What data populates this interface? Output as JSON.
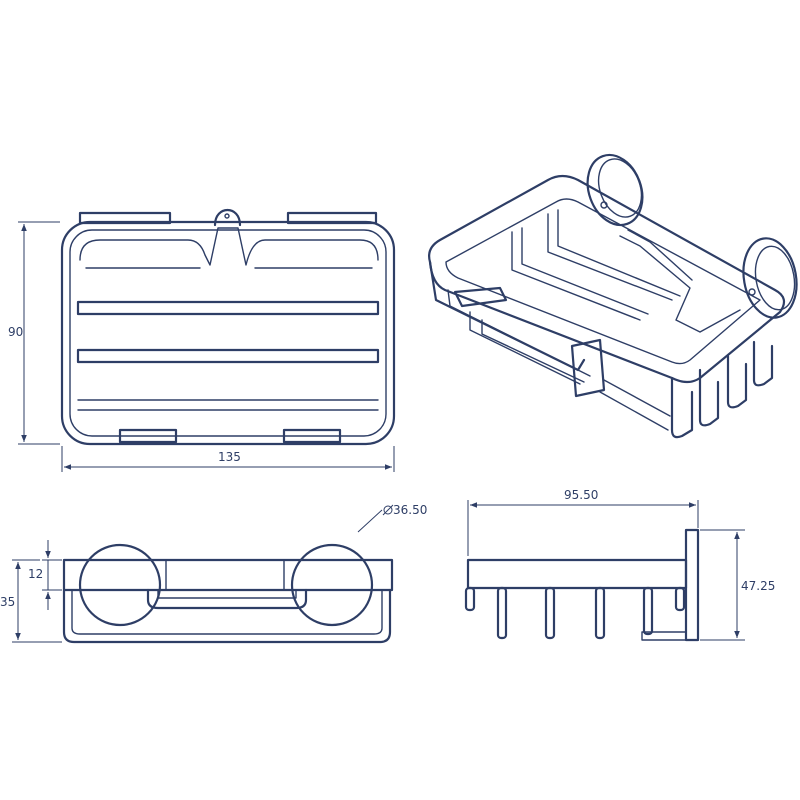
{
  "dimensions": {
    "top_view_height": "90",
    "top_view_width": "135",
    "suction_cup_diameter": "36.50",
    "front_view_rim_height": "12",
    "front_view_height": "35",
    "side_view_depth": "95.50",
    "side_view_height": "47.25"
  },
  "colors": {
    "line": "#2e3e66",
    "background": "#ffffff"
  }
}
